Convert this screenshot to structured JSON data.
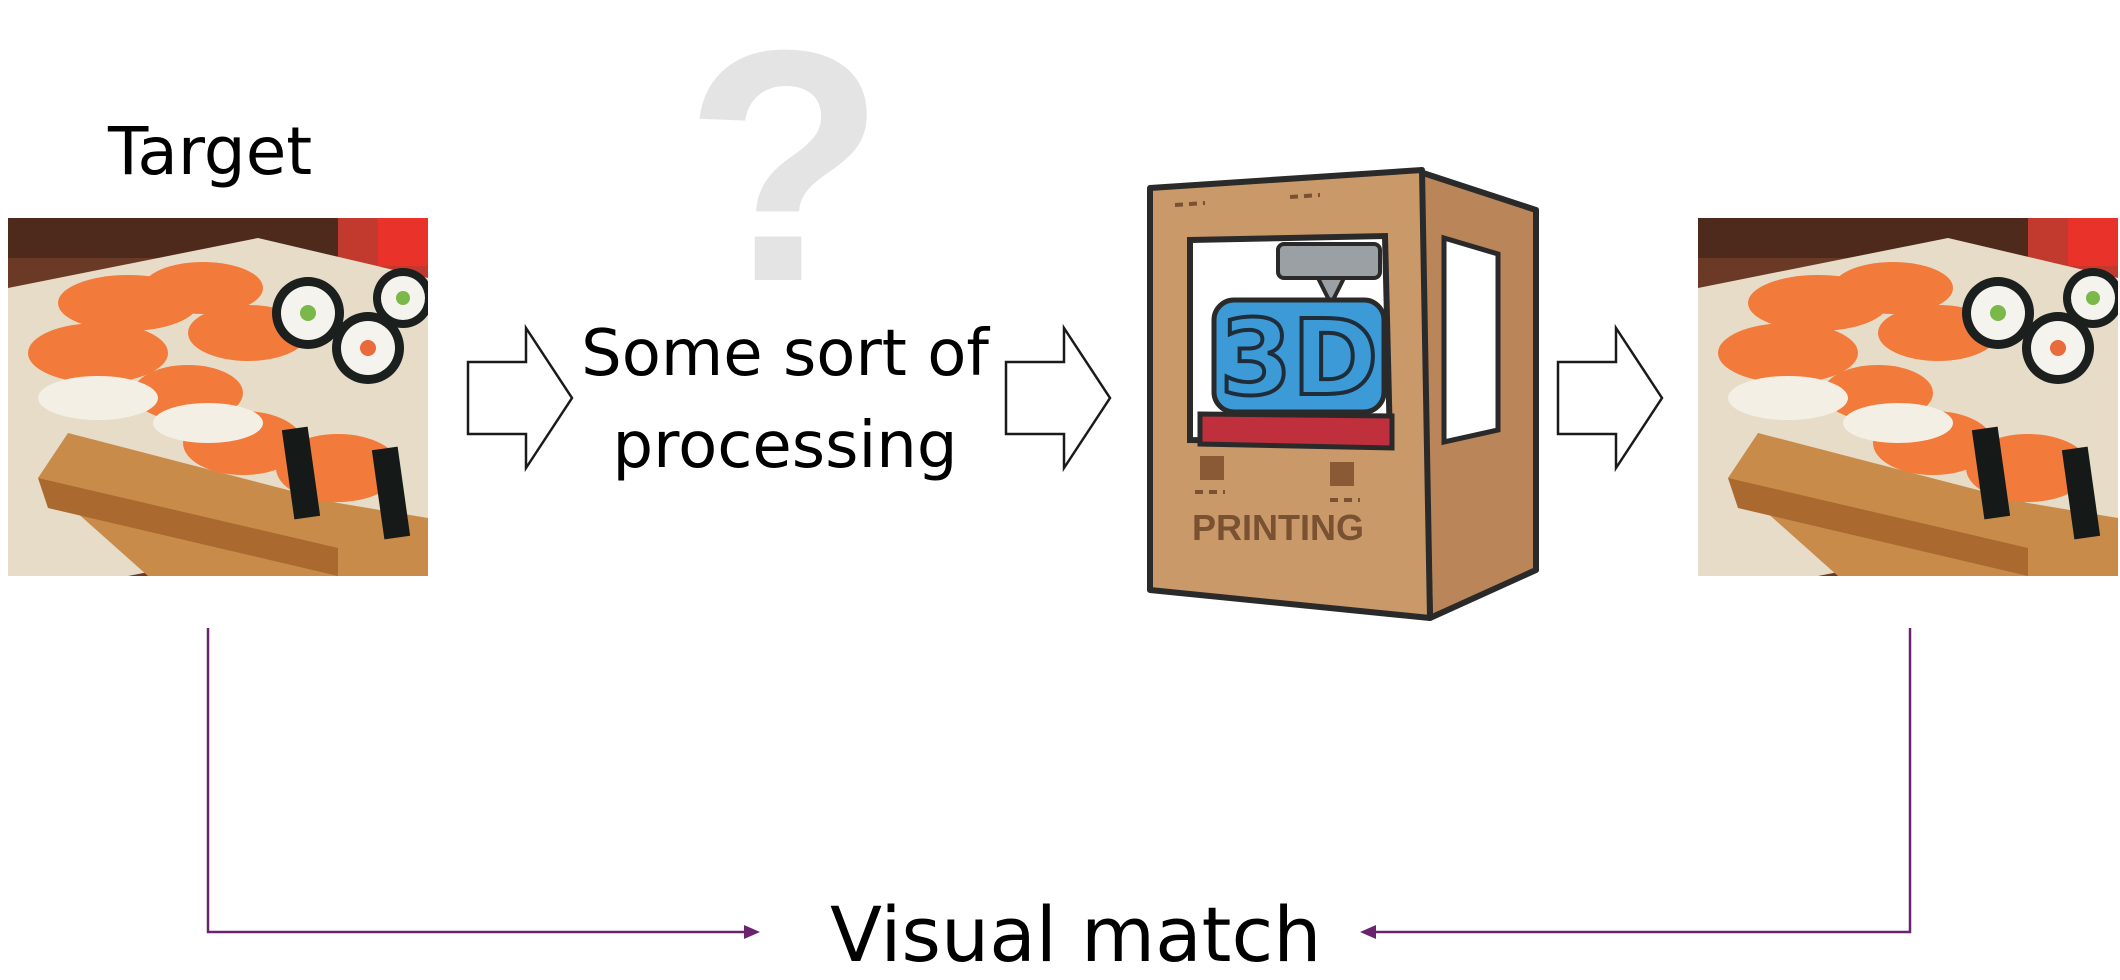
{
  "labels": {
    "target": "Target",
    "processing": "Some sort of processing",
    "visual_match": "Visual match",
    "printer_front_text": "3D",
    "printer_status_text": "PRINTING",
    "mystery": "?"
  },
  "colors": {
    "connector": "#6b2370",
    "question_mark": "#e4e4e4",
    "printer_body": "#c9996a",
    "printer_side": "#b98559",
    "printer_bed": "#c0303c",
    "logo_blue": "#3c9ad6"
  },
  "icons": {
    "arrow": "block-arrow-right-icon",
    "printer": "3d-printer-icon",
    "photo": "sushi-photo"
  }
}
